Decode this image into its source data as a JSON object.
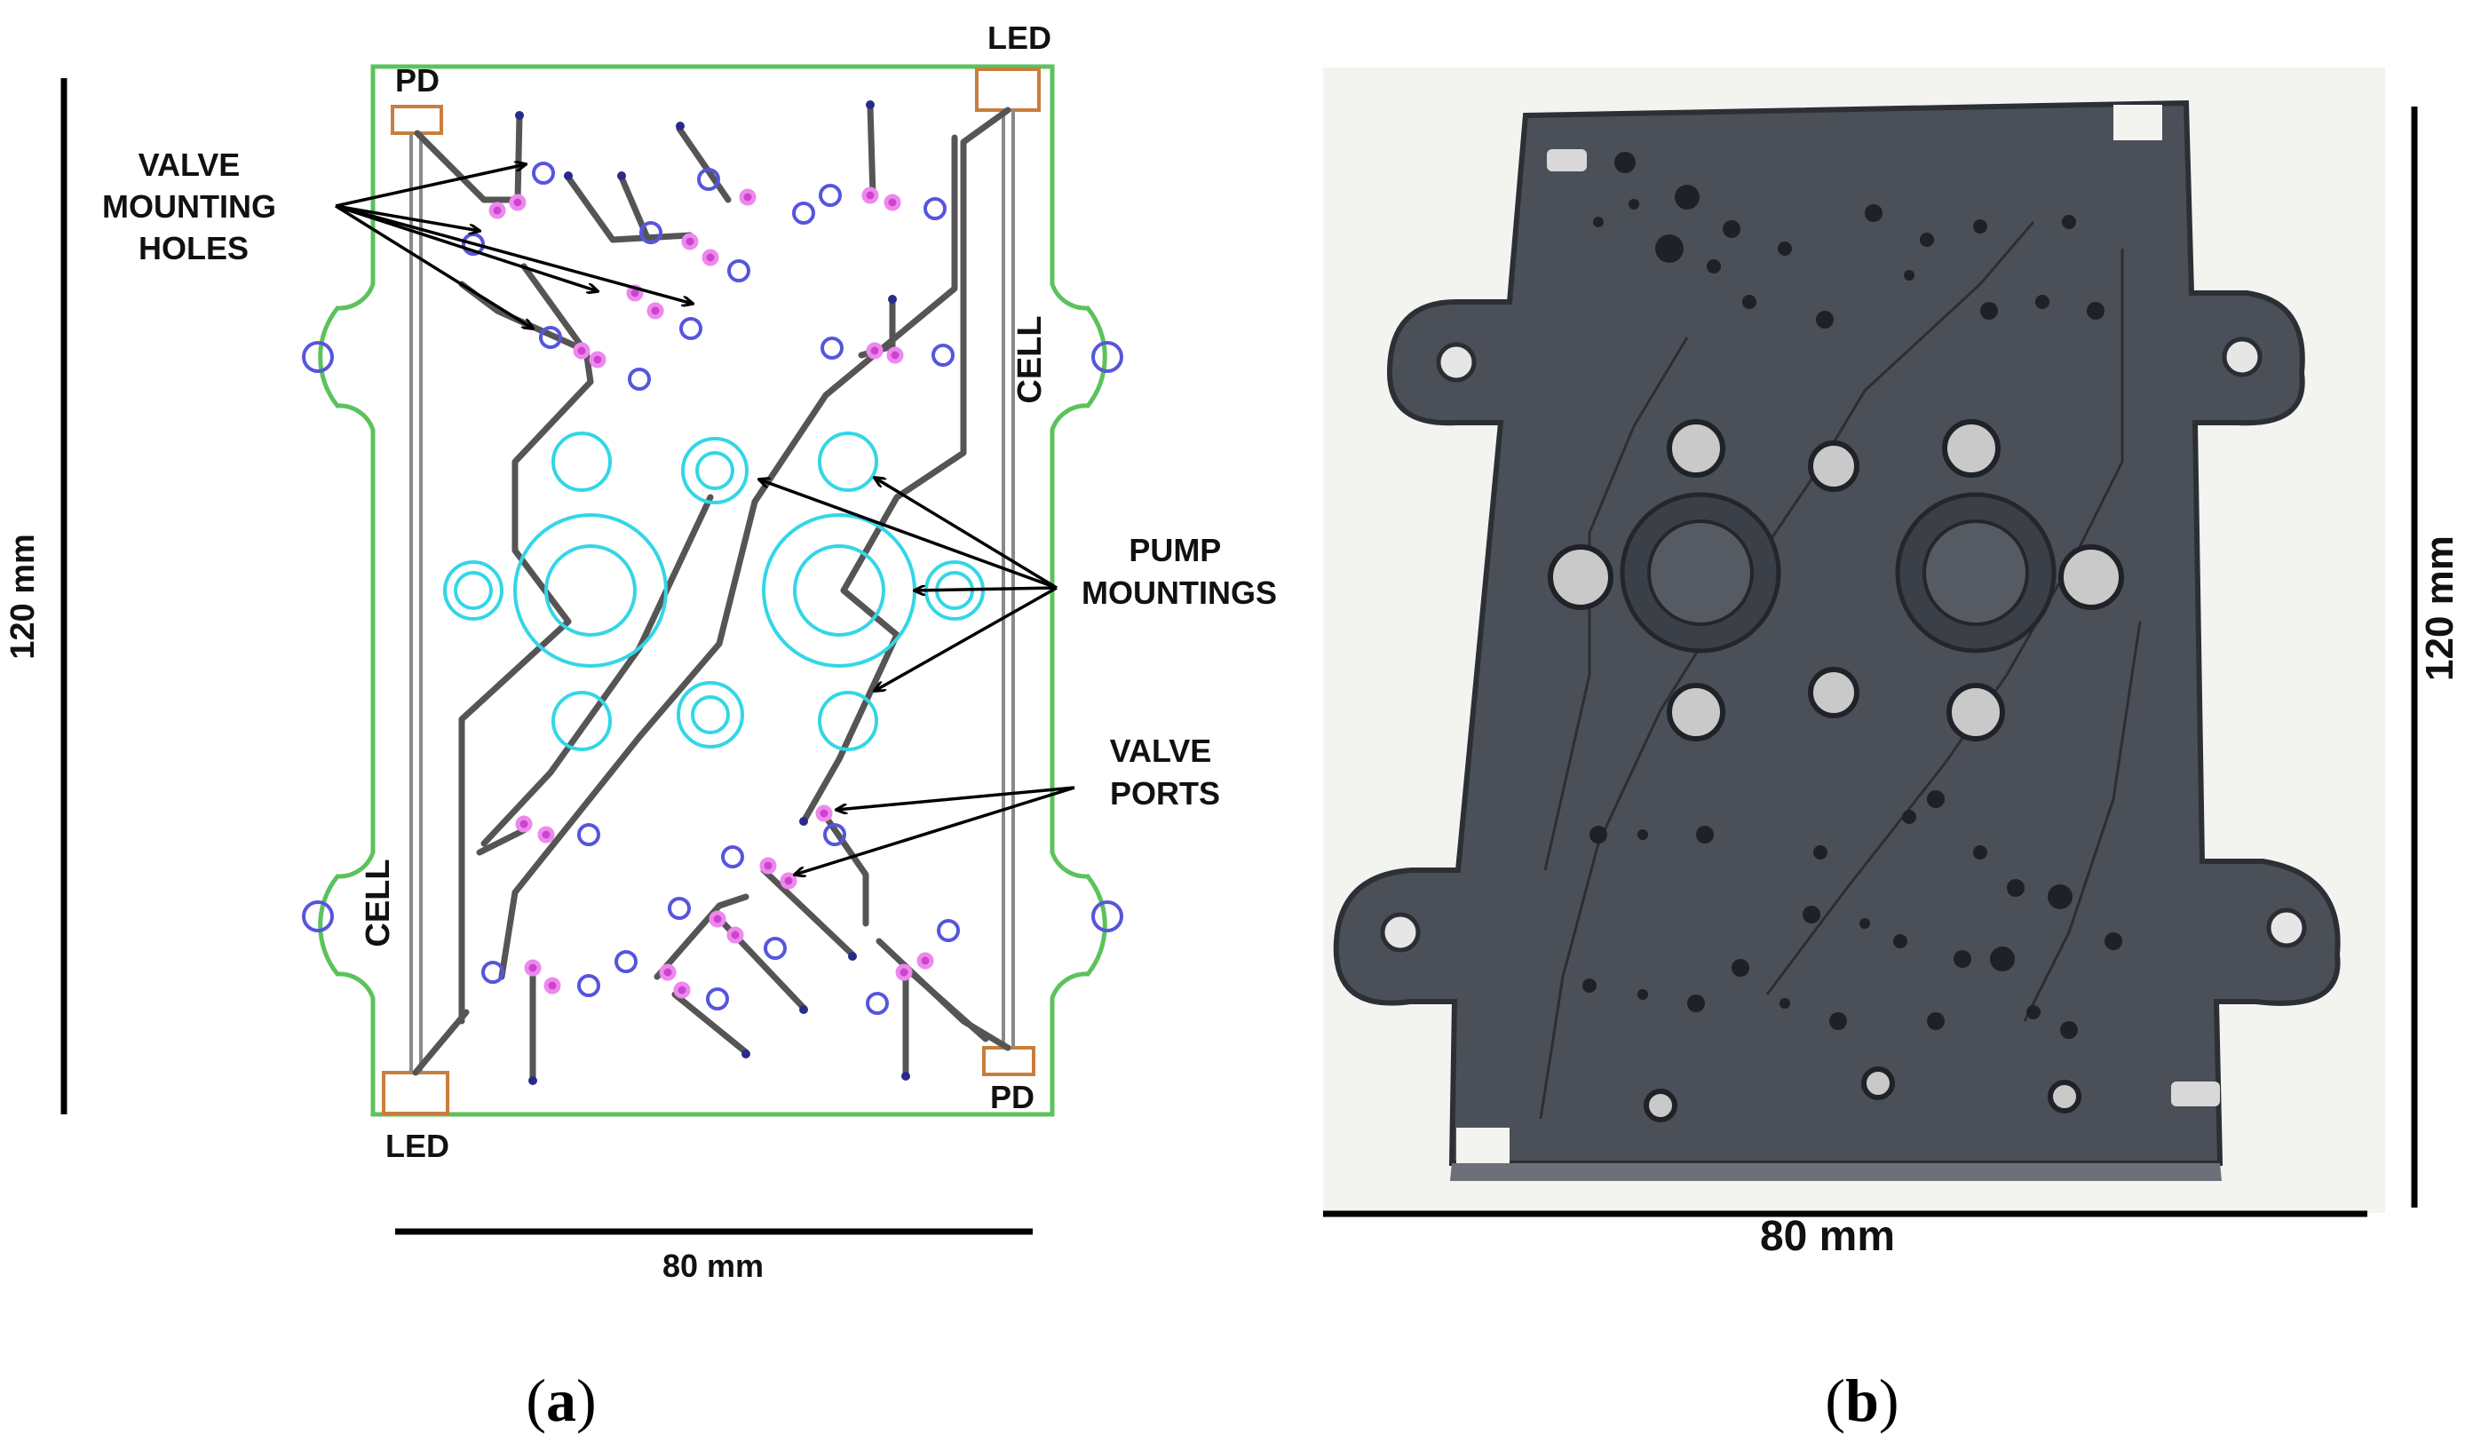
{
  "panel_a": {
    "labels": {
      "pd_top": "PD",
      "led_top": "LED",
      "led_bottom": "LED",
      "pd_bottom": "PD",
      "cell_right": "CELL",
      "cell_left": "CELL",
      "valve_mounting_holes": [
        "VALVE",
        "MOUNTING",
        "HOLES"
      ],
      "pump_mountings": [
        "PUMP",
        "MOUNTINGS"
      ],
      "valve_ports": [
        "VALVE",
        "PORTS"
      ]
    },
    "dim_height": "120 mm",
    "dim_width": "80 mm",
    "caption_open": "(",
    "caption_letter": "a",
    "caption_close": ")"
  },
  "panel_b": {
    "dim_height": "120 mm",
    "dim_width": "80 mm",
    "caption_open": "(",
    "caption_letter": "b",
    "caption_close": ")"
  },
  "colors": {
    "outline": "#5cc25c",
    "channel": "#555555",
    "pump": "#33d6e6",
    "mount_hole": "#5555dd",
    "valve_port": "#cc44cc",
    "pad": "#c87e3c",
    "plate": "#4a4f58"
  }
}
